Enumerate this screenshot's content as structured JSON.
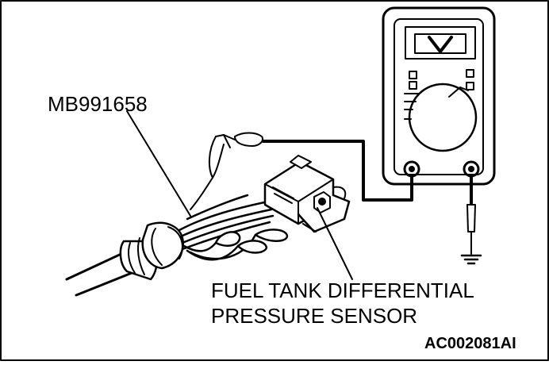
{
  "labels": {
    "special_tool": "MB991658",
    "sensor_line1": "FUEL TANK DIFFERENTIAL",
    "sensor_line2": "PRESSURE SENSOR",
    "figure_code": "AC002081AI"
  },
  "meter": {
    "display_symbol": "V"
  },
  "colors": {
    "line": "#000000",
    "background": "#ffffff"
  }
}
